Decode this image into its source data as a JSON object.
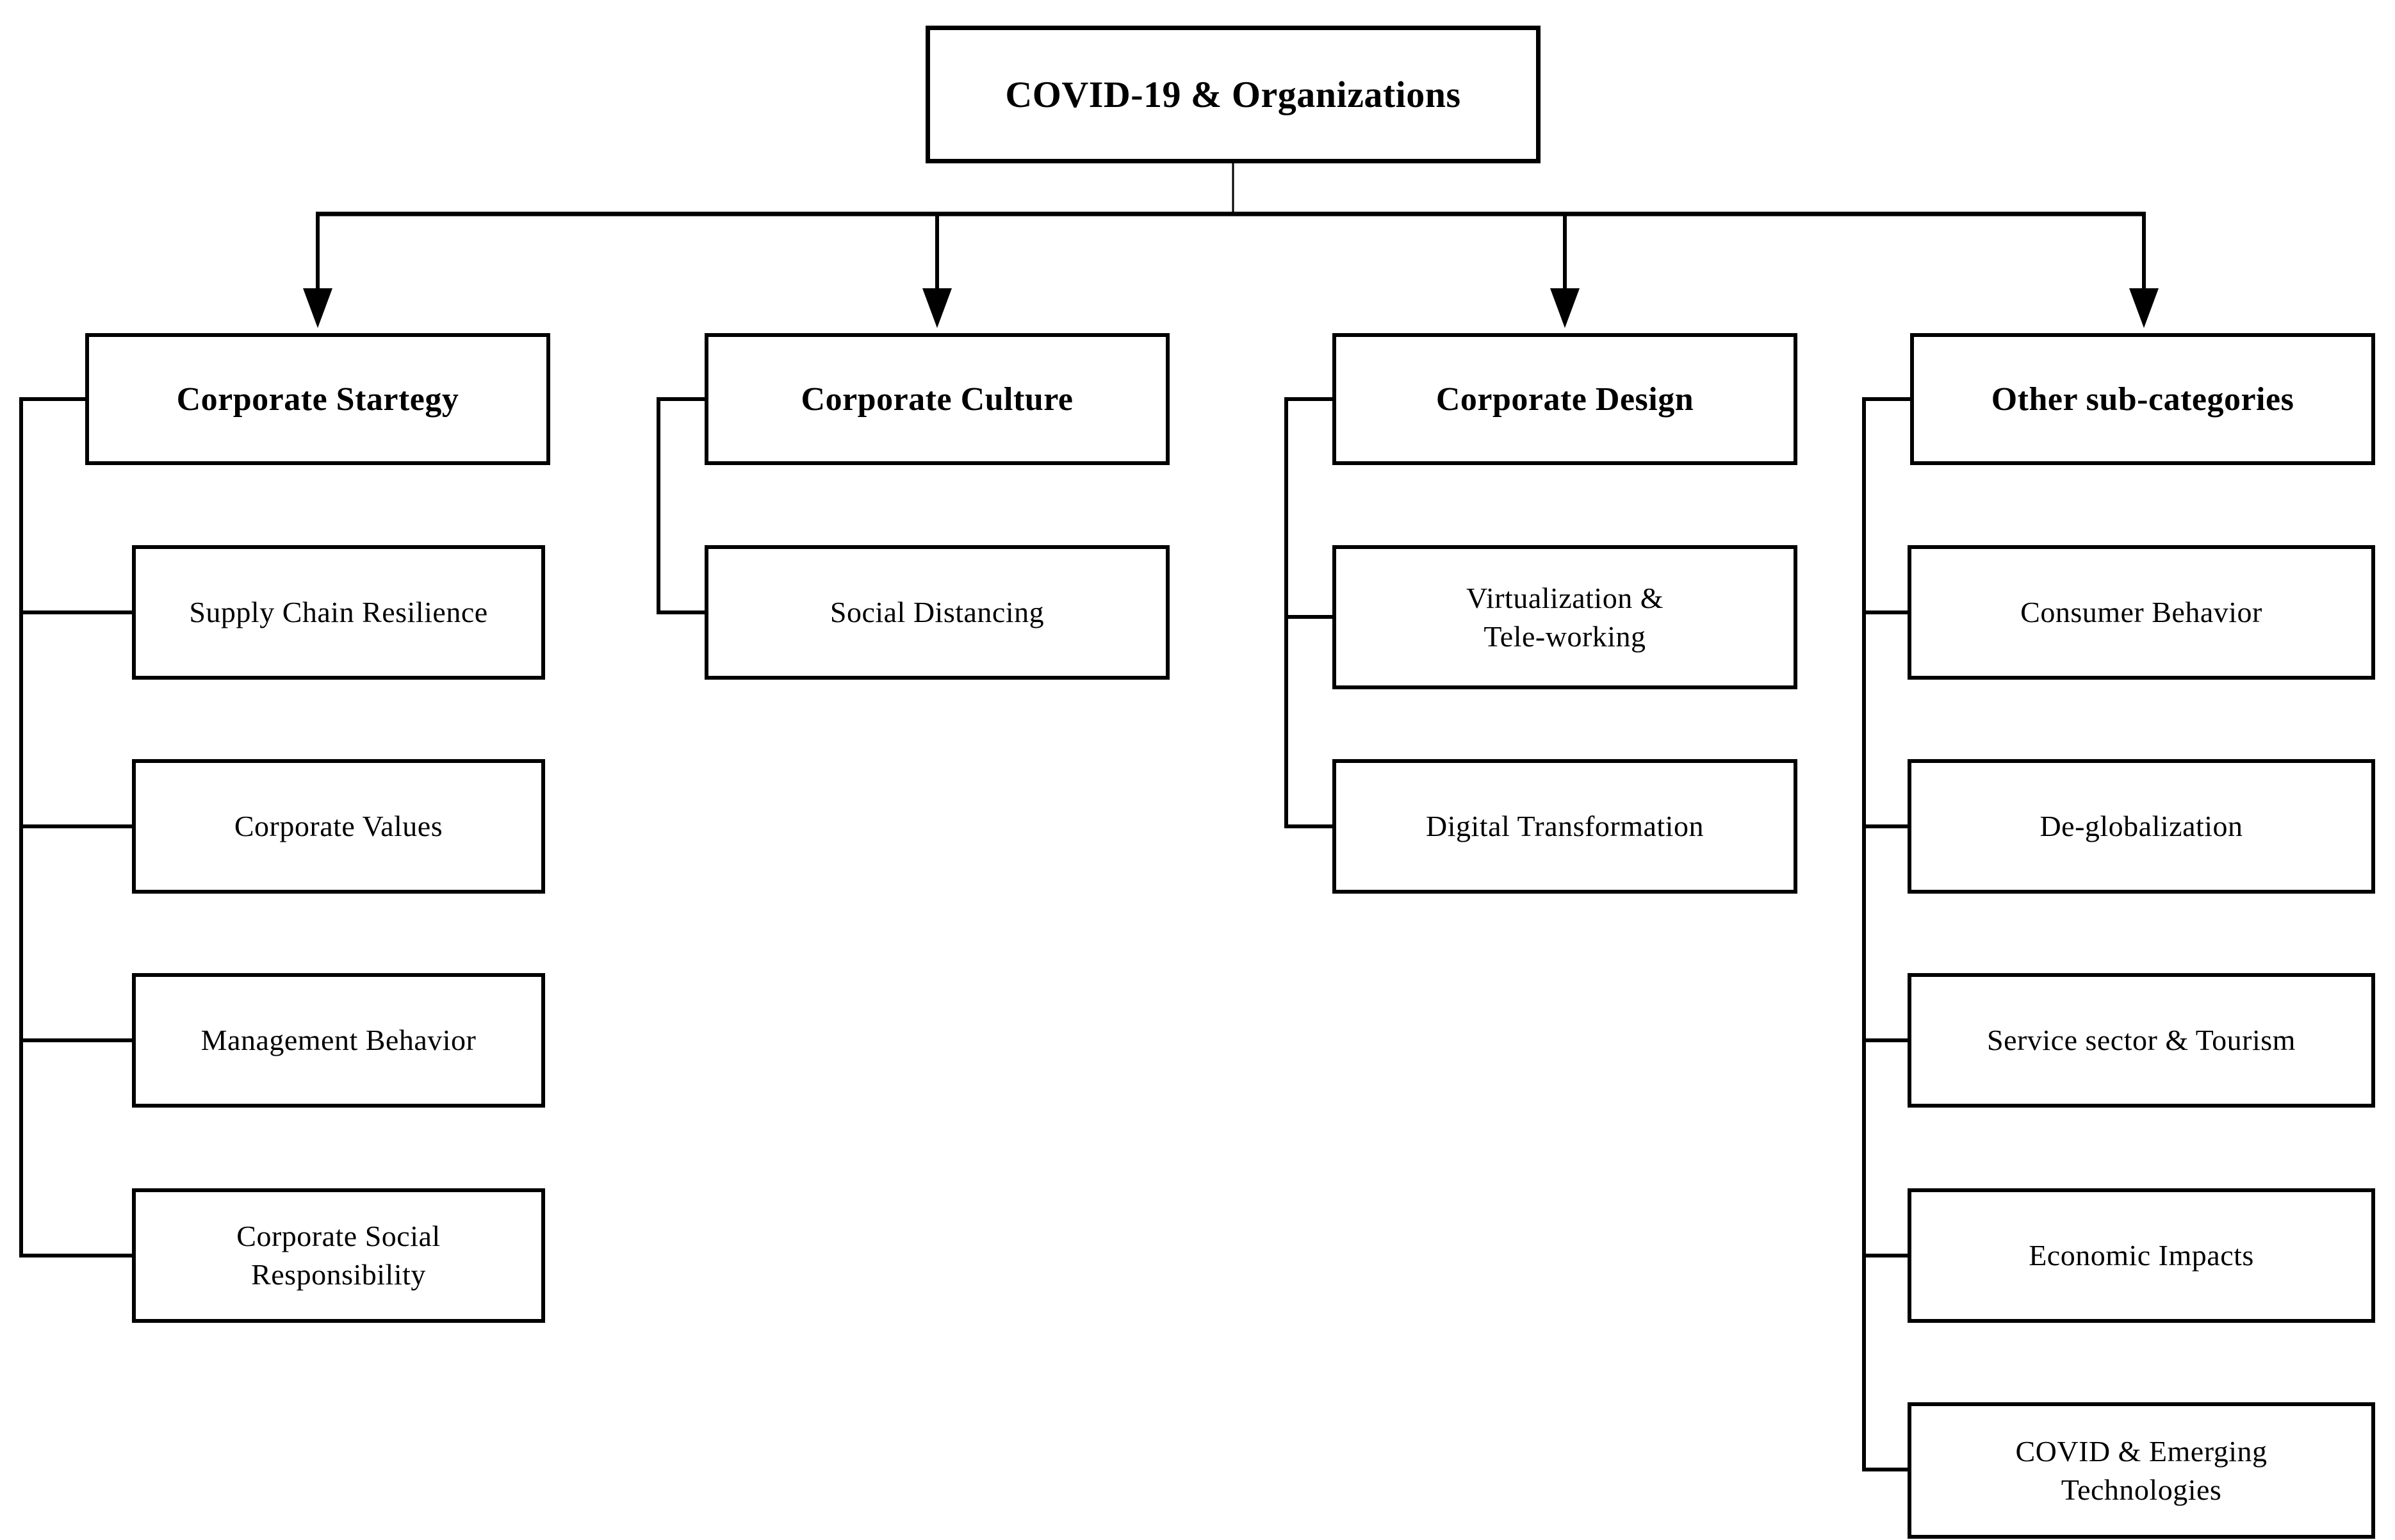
{
  "diagram": {
    "title": "COVID-19 & Organizations",
    "colors": {
      "background": "#ffffff",
      "box_border": "#000000",
      "text": "#000000",
      "connector": "#000000"
    },
    "columns": [
      {
        "header": "Corporate Startegy",
        "children": [
          "Supply Chain Resilience",
          "Corporate Values",
          "Management Behavior",
          "Corporate Social\nResponsibility"
        ]
      },
      {
        "header": "Corporate Culture",
        "children": [
          "Social Distancing"
        ]
      },
      {
        "header": "Corporate Design",
        "children": [
          "Virtualization &\nTele-working",
          "Digital Transformation"
        ]
      },
      {
        "header": "Other sub-categories",
        "children": [
          "Consumer Behavior",
          "De-globalization",
          "Service sector & Tourism",
          "Economic Impacts",
          "COVID & Emerging\nTechnologies"
        ]
      }
    ]
  }
}
